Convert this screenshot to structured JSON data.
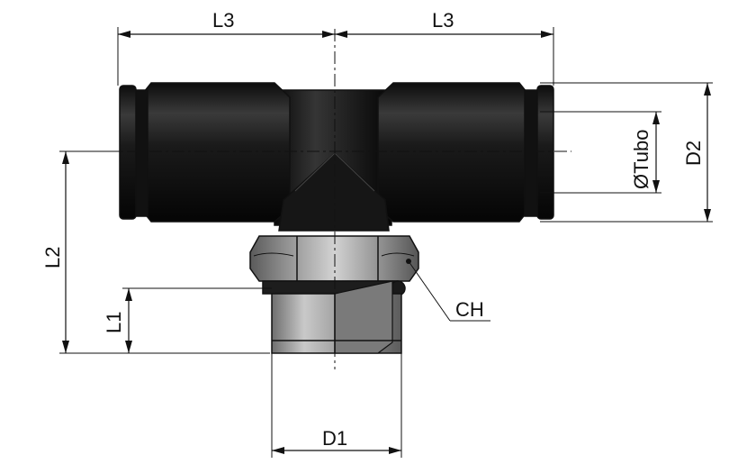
{
  "labels": {
    "l3_left": "L3",
    "l3_right": "L3",
    "tubo": "ØTubo",
    "d2": "D2",
    "l2": "L2",
    "l1": "L1",
    "ch": "CH",
    "d1": "D1"
  }
}
